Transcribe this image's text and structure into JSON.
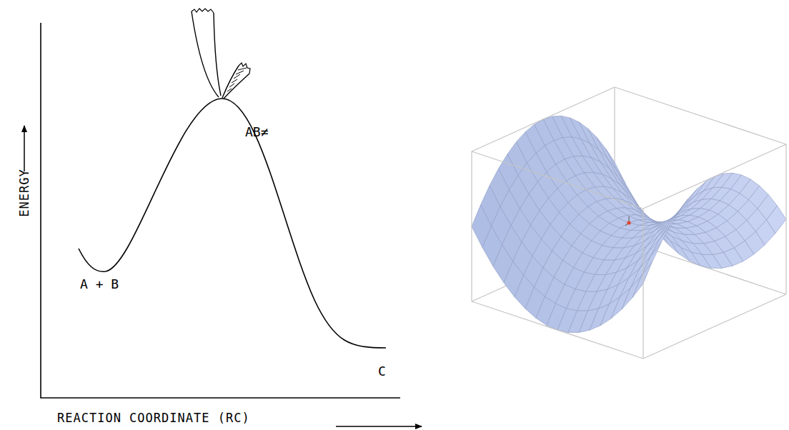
{
  "diagram": {
    "labels": [
      "ENERGY",
      "A + B",
      "AB≠",
      "C",
      "REACTION COORDINATE (RC)"
    ]
  }
}
